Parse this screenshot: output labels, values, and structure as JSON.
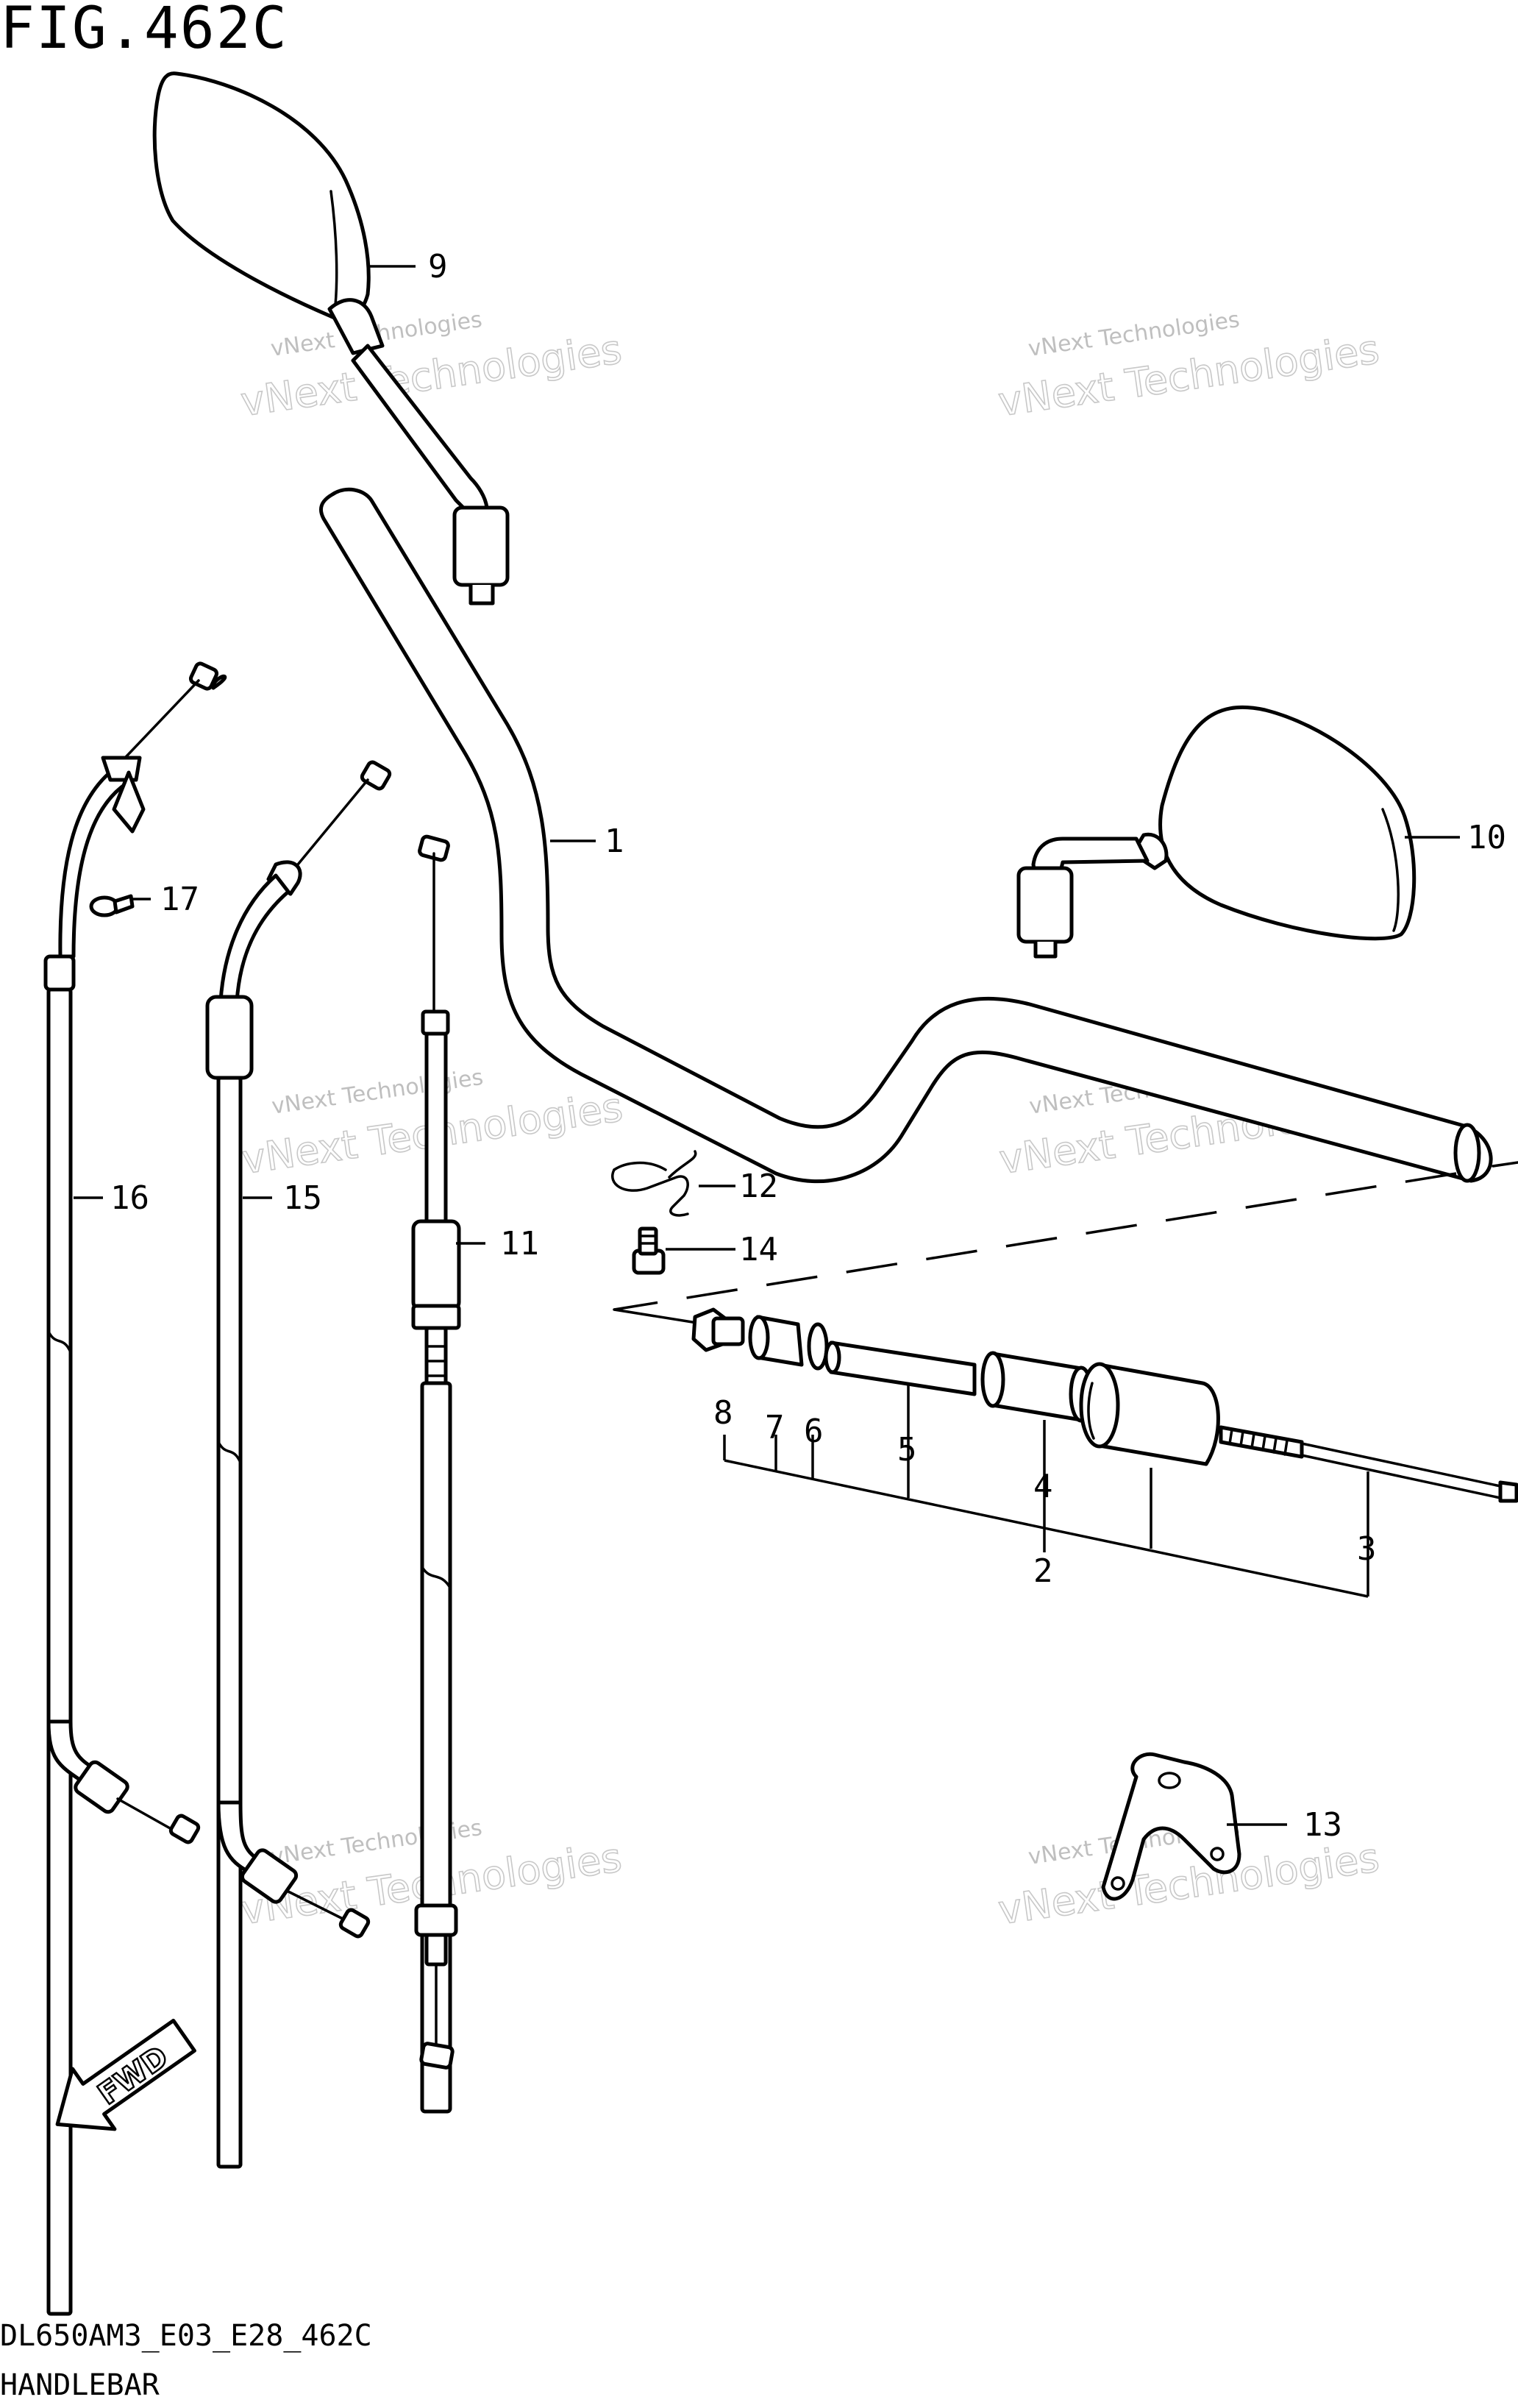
{
  "figure": {
    "title": "FIG.462C",
    "drawing_code": "DL650AM3_E03_E28_462C",
    "caption": "HANDLEBAR",
    "fwd_label": "FWD"
  },
  "watermark": {
    "line1": "vNext Technologies",
    "line2": "vNext Technologies"
  },
  "callouts": [
    "1",
    "2",
    "3",
    "4",
    "5",
    "6",
    "7",
    "8",
    "9",
    "10",
    "11",
    "12",
    "13",
    "14",
    "15",
    "16",
    "17"
  ],
  "parts": [
    {
      "ref": "1",
      "icon": "handlebar-icon"
    },
    {
      "ref": "2",
      "icon": "balancer-assembly-icon"
    },
    {
      "ref": "3",
      "icon": "balancer-bolt-icon"
    },
    {
      "ref": "4",
      "icon": "collar-icon"
    },
    {
      "ref": "5",
      "icon": "tube-icon"
    },
    {
      "ref": "6",
      "icon": "washer-icon"
    },
    {
      "ref": "7",
      "icon": "spacer-icon"
    },
    {
      "ref": "8",
      "icon": "nut-icon"
    },
    {
      "ref": "9",
      "icon": "left-mirror-icon"
    },
    {
      "ref": "10",
      "icon": "right-mirror-icon"
    },
    {
      "ref": "11",
      "icon": "clutch-cable-icon"
    },
    {
      "ref": "12",
      "icon": "clip-icon"
    },
    {
      "ref": "13",
      "icon": "cable-guide-icon"
    },
    {
      "ref": "14",
      "icon": "bolt-icon"
    },
    {
      "ref": "15",
      "icon": "throttle-cable-return-icon"
    },
    {
      "ref": "16",
      "icon": "throttle-cable-pull-icon"
    },
    {
      "ref": "17",
      "icon": "screw-icon"
    }
  ]
}
